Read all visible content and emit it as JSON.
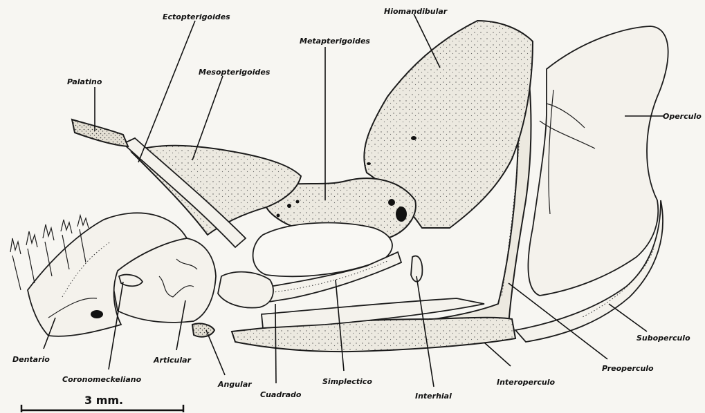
{
  "labels": {
    "ectopterygoid": "Ectopterigoides",
    "hyomandibular": "Hiomandibular",
    "metapterygoid": "Metapterigoides",
    "palatine": "Palatino",
    "mesopterygoid": "Mesopterigoides",
    "opercle": "Operculo",
    "subopercle": "Suboperculo",
    "preopercle": "Preoperculo",
    "interopercle": "Interoperculo",
    "interhyal": "Interhial",
    "symplectic": "Simplectico",
    "quadrate": "Cuadrado",
    "angular": "Angular",
    "articular": "Articular",
    "coronomeckelian": "Coronomeckeliano",
    "dentary": "Dentario"
  },
  "scale_bar": {
    "label": "3 mm."
  },
  "colors": {
    "ink": "#1c1c1c",
    "paper": "#f7f6f2",
    "bone_fill": "#ece9e0"
  }
}
